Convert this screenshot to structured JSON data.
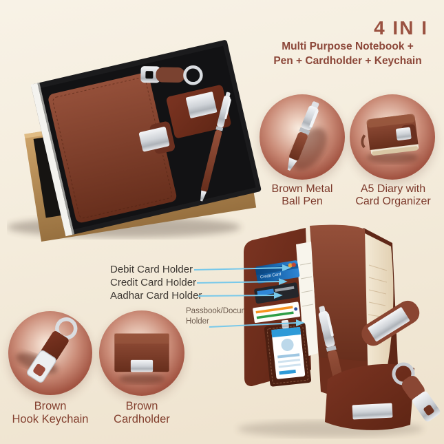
{
  "header": {
    "title": "4 IN I",
    "subtitle_line1": "Multi Purpose Notebook +",
    "subtitle_line2": "Pen + Cardholder + Keychain"
  },
  "feature_circles": {
    "pen": {
      "icon": "pen-icon",
      "label_line1": "Brown Metal",
      "label_line2": "Ball Pen"
    },
    "diary": {
      "icon": "diary-icon",
      "label_line1": "A5 Diary with",
      "label_line2": "Card Organizer"
    },
    "keychain": {
      "icon": "keychain-icon",
      "label_line1": "Brown",
      "label_line2": "Hook Keychain"
    },
    "cardholder": {
      "icon": "cardholder-icon",
      "label_line1": "Brown",
      "label_line2": "Cardholder"
    }
  },
  "callouts": {
    "debit": "Debit Card Holder",
    "credit": "Credit Card Holder",
    "aadhar": "Aadhar Card Holder",
    "passbook_line1": "Passbook/Document",
    "passbook_line2": "Holder"
  },
  "organizer": {
    "credit_card_label": "Credit Card"
  },
  "photos": {
    "main_box": "gift-box-set-photo: black tray in kraft box with brown notebook, hook keychain, cardholder and ball pen",
    "organizer_open": "open-organizer-photo: card slots, ID badge, passbook, diary with strap, pen, cardholder, keychain"
  },
  "colors": {
    "background": "#f4ecdc",
    "title_text": "#9a5140",
    "subtitle_text": "#8c4739",
    "circle_label_text": "#7c392b",
    "callout_text": "#3d3833",
    "callout_small_text": "#6d5b4e",
    "callout_line": "#79c9ea",
    "circle_edge": "#84352a",
    "leather_brown": "#7c3d2b",
    "metal_silver": "#d9dadc",
    "box_black": "#1b1b1d",
    "kraft_tan": "#c89e66"
  }
}
